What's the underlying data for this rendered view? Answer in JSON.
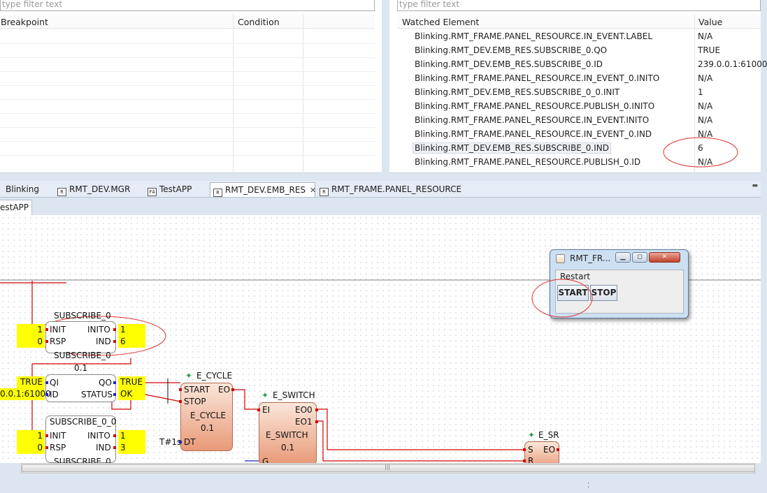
{
  "breakpoints": {
    "filter_placeholder": "type filter text",
    "columns": [
      "Breakpoint",
      "Condition"
    ]
  },
  "watch": {
    "filter_placeholder": "type filter text",
    "columns": [
      "Watched Element",
      "Value"
    ],
    "rows": [
      {
        "element": "Blinking.RMT_FRAME.PANEL_RESOURCE.IN_EVENT.LABEL",
        "value": "N/A"
      },
      {
        "element": "Blinking.RMT_DEV.EMB_RES.SUBSCRIBE_0.QO",
        "value": "TRUE"
      },
      {
        "element": "Blinking.RMT_DEV.EMB_RES.SUBSCRIBE_0.ID",
        "value": "239.0.0.1:61000"
      },
      {
        "element": "Blinking.RMT_FRAME.PANEL_RESOURCE.IN_EVENT_0.INITO",
        "value": "N/A"
      },
      {
        "element": "Blinking.RMT_DEV.EMB_RES.SUBSCRIBE_0_0.INIT",
        "value": "1"
      },
      {
        "element": "Blinking.RMT_FRAME.PANEL_RESOURCE.PUBLISH_0.INITO",
        "value": "N/A"
      },
      {
        "element": "Blinking.RMT_FRAME.PANEL_RESOURCE.IN_EVENT.INITO",
        "value": "N/A"
      },
      {
        "element": "Blinking.RMT_FRAME.PANEL_RESOURCE.IN_EVENT_0.IND",
        "value": "N/A"
      },
      {
        "element": "Blinking.RMT_DEV.EMB_RES.SUBSCRIBE_0.IND",
        "value": "6"
      },
      {
        "element": "Blinking.RMT_FRAME.PANEL_RESOURCE.PUBLISH_0.ID",
        "value": "N/A"
      }
    ]
  },
  "tabs": {
    "items": [
      {
        "label": "Blinking",
        "icon": "none"
      },
      {
        "label": "RMT_DEV.MGR",
        "icon": "resource-icon"
      },
      {
        "label": "TestAPP",
        "icon": "application-icon"
      },
      {
        "label": "RMT_DEV.EMB_RES",
        "icon": "resource-icon"
      },
      {
        "label": "RMT_FRAME.PANEL_RESOURCE",
        "icon": "resource-icon"
      }
    ],
    "icon_r": "R",
    "icon_a": "FA",
    "close_glyph": "✕",
    "minimize_glyph": "▬",
    "subtab_label": "estAPP"
  },
  "diagram": {
    "subscribe0": {
      "name": "SUBSCRIBE_0",
      "type": "SUBSCRIBE_0",
      "version": "0.1",
      "inputs": [
        "INIT",
        "RSP",
        "QI",
        "ID"
      ],
      "outputs": [
        "INITO",
        "IND",
        "QO",
        "STATUS"
      ],
      "values_in": {
        "INIT": "1",
        "RSP": "0",
        "QI": "TRUE",
        "ID": "0.0.1:61000"
      },
      "values_out": {
        "INITO": "1",
        "IND": "6",
        "QO": "TRUE",
        "STATUS": "OK"
      }
    },
    "subscribe00": {
      "name": "SUBSCRIBE_0_0",
      "type": "SUBSCRIBE_0",
      "inputs": [
        "INIT",
        "RSP"
      ],
      "outputs": [
        "INITO",
        "IND"
      ],
      "values_in": {
        "INIT": "1",
        "RSP": "0"
      },
      "values_out": {
        "INITO": "1",
        "IND": "3"
      }
    },
    "ecycle": {
      "name": "E_CYCLE",
      "type": "E_CYCLE",
      "version": "0.1",
      "inputs": [
        "START",
        "STOP",
        "DT"
      ],
      "outputs": [
        "EO"
      ],
      "dt_value": "T#1s"
    },
    "eswitch": {
      "name": "E_SWITCH",
      "type": "E_SWITCH",
      "version": "0.1",
      "inputs": [
        "EI",
        "G"
      ],
      "outputs": [
        "EO0",
        "EO1"
      ]
    },
    "esr": {
      "name": "E_SR",
      "inputs": [
        "S",
        "R"
      ],
      "outputs": [
        "EO"
      ]
    },
    "star_glyph": "✦"
  },
  "java_window": {
    "title": "RMT_FR...",
    "label": "Restart",
    "start_button": "START",
    "stop_button": "STOP",
    "min_glyph": "▁",
    "max_glyph": "◻",
    "close_glyph": "✕"
  },
  "scroll": {
    "thumb_grip": "|||",
    "status_dots": "⁚"
  },
  "colors": {
    "highlight_circle": "#e03030",
    "value_label_bg": "#ffff00",
    "wire": "#d40000",
    "fb_orange": "#e89a78"
  }
}
